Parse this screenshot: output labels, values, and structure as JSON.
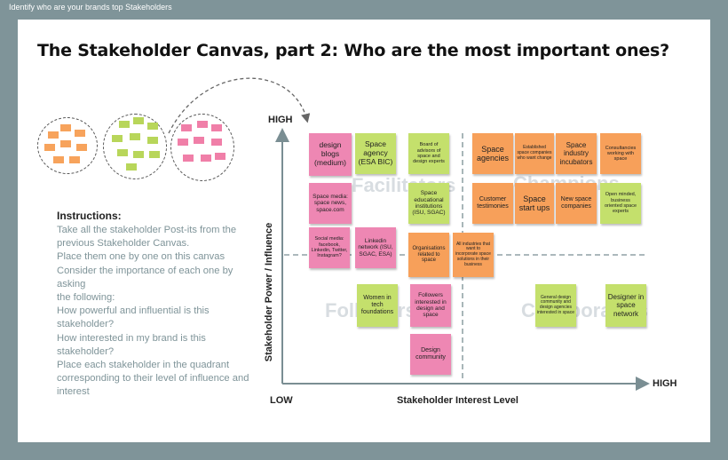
{
  "header": {
    "frame_title": "Identify who are your brands top Stakeholders"
  },
  "page": {
    "title": "The Stakeholder Canvas, part 2: Who are the most important ones?"
  },
  "instructions": {
    "heading": "Instructions:",
    "lines": [
      "Take all the stakeholder Post-its from the",
      "previous Stakeholder Canvas.",
      "Place them one by one on this canvas",
      "Consider the importance of each one by asking",
      "the following:",
      "How powerful and influential is this",
      "stakeholder?",
      "How interested in my brand is this stakeholder?",
      "Place each stakeholder in the quadrant",
      "corresponding to their level of influence and",
      "interest"
    ]
  },
  "axes": {
    "y_high": "HIGH",
    "x_high": "HIGH",
    "low": "LOW",
    "x_label": "Stakeholder Interest Level",
    "y_label": "Stakeholder Power / Influence"
  },
  "quadrants": {
    "facilitators": "Facilitators",
    "champions": "Champions",
    "followers": "Followers",
    "collaborators": "Collaborators"
  },
  "notes": {
    "n1": "design blogs (medium)",
    "n2": "Space agency (ESA BIC)",
    "n3": "Board of advisors of space and design experts",
    "n4": "Space media: space news, space.com",
    "n5": "Space educational institutions (ISU, SGAC)",
    "n6": "Social media: facebook, Linkedin, Twitter, Instagram?",
    "n7": "Linkedin network (ISU, SGAC, ESA)",
    "n8": "Organisations related to space",
    "n9": "All industries that want to incorporate space solutions in their business",
    "n10": "Space agencies",
    "n11": "Established space companies who want change",
    "n12": "Space industry incubators",
    "n13": "Consultancies working with space",
    "n14": "Customer testimonies",
    "n15": "Space start ups",
    "n16": "New space companies",
    "n17": "Open minded, business oriented space experts",
    "n18": "Women in tech foundations",
    "n19": "Followers interested in design and space",
    "n20": "Design community",
    "n21": "General design community and design agencies interested in space",
    "n22": "Designer in space network"
  },
  "colors": {
    "frame": "#7f9499",
    "pink": "#ee87b3",
    "green": "#c4e06c",
    "orange": "#f7a05a"
  }
}
